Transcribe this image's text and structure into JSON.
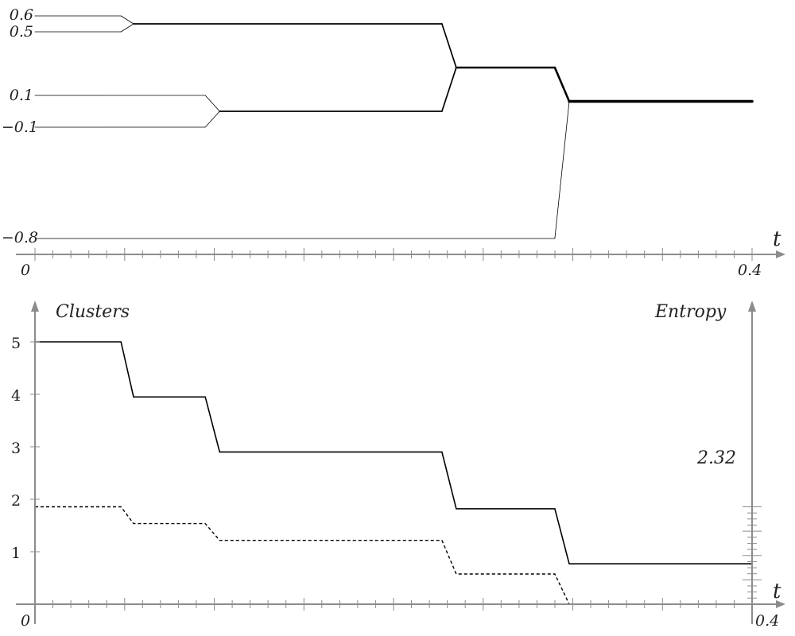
{
  "chart_data": [
    {
      "type": "line",
      "x_axis_label": "t",
      "x_tick_labels": [
        "0",
        "0.4"
      ],
      "xlim": [
        0,
        0.4
      ],
      "y_tick_labels": [
        "0.6",
        "0.5",
        "0.1",
        "-0.1",
        "-0.8"
      ],
      "series": [
        {
          "points": [
            [
              0,
              0.6
            ],
            [
              0.048,
              0.6
            ],
            [
              0.055,
              0.55
            ],
            [
              0.227,
              0.55
            ],
            [
              0.235,
              0.275
            ],
            [
              0.29,
              0.275
            ],
            [
              0.298,
              0.0625
            ],
            [
              0.4,
              0.0625
            ]
          ],
          "weight": [
            1,
            1,
            2,
            2,
            3,
            3,
            4
          ]
        },
        {
          "points": [
            [
              0,
              0.5
            ],
            [
              0.048,
              0.5
            ],
            [
              0.055,
              0.55
            ]
          ],
          "weight": [
            1,
            1
          ]
        },
        {
          "points": [
            [
              0,
              0.1
            ],
            [
              0.095,
              0.1
            ],
            [
              0.103,
              0.0
            ],
            [
              0.227,
              0.0
            ],
            [
              0.235,
              0.275
            ]
          ],
          "weight": [
            1,
            1,
            2,
            2
          ]
        },
        {
          "points": [
            [
              0,
              -0.1
            ],
            [
              0.095,
              -0.1
            ],
            [
              0.103,
              0.0
            ]
          ],
          "weight": [
            1,
            1
          ]
        },
        {
          "points": [
            [
              0,
              -0.8
            ],
            [
              0.29,
              -0.8
            ],
            [
              0.298,
              0.0625
            ]
          ],
          "weight": [
            1,
            1
          ]
        }
      ],
      "ylim": [
        -0.9,
        0.65
      ]
    },
    {
      "type": "line",
      "left_axis_label": "Clusters",
      "right_axis_label": "Entropy",
      "x_axis_label": "t",
      "x_tick_labels": [
        "0",
        "0.4"
      ],
      "xlim": [
        0,
        0.4
      ],
      "y_tick_labels": [
        "1",
        "2",
        "3",
        "4",
        "5"
      ],
      "ylim": [
        0,
        5.5
      ],
      "right_tick_label": "2.32",
      "right_tick_value": 2.32,
      "entropy_scale": 0.8,
      "series": [
        {
          "axis": "left",
          "style": "solid",
          "x": [
            0,
            0.048,
            0.055,
            0.095,
            0.103,
            0.227,
            0.235,
            0.29,
            0.298,
            0.4
          ],
          "y": [
            5,
            5,
            3.95,
            3.95,
            2.9,
            2.9,
            1.82,
            1.82,
            0.77,
            0.77
          ]
        },
        {
          "axis": "right",
          "style": "dashed",
          "x": [
            0,
            0.048,
            0.055,
            0.095,
            0.103,
            0.227,
            0.235,
            0.29,
            0.298,
            0.4
          ],
          "y": [
            2.32,
            2.32,
            1.92,
            1.92,
            1.52,
            1.52,
            0.72,
            0.72,
            0,
            0
          ]
        }
      ]
    }
  ]
}
